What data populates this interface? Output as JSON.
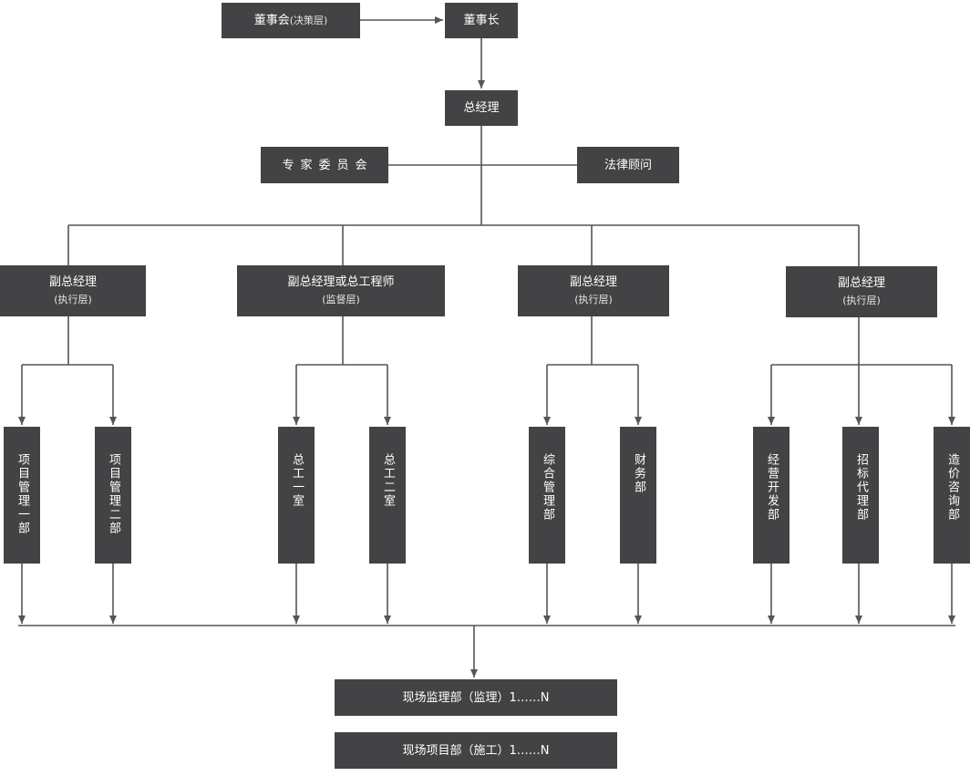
{
  "board": {
    "label": "董事会",
    "sub": "(决策层)"
  },
  "chairman": {
    "label": "董事长"
  },
  "gm": {
    "label": "总经理"
  },
  "experts": {
    "label": "专家委员会"
  },
  "legal": {
    "label": "法律顾问"
  },
  "vps": [
    {
      "label": "副总经理",
      "sub": "(执行层)"
    },
    {
      "label": "副总经理或总工程师",
      "sub": "(监督层)"
    },
    {
      "label": "副总经理",
      "sub": "(执行层)"
    },
    {
      "label": "副总经理",
      "sub": "(执行层)"
    }
  ],
  "departments": [
    {
      "label": "项目管理一部"
    },
    {
      "label": "项目管理二部"
    },
    {
      "label": "总工一室"
    },
    {
      "label": "总工二室"
    },
    {
      "label": "综合管理部"
    },
    {
      "label": "财务部"
    },
    {
      "label": "经营开发部"
    },
    {
      "label": "招标代理部"
    },
    {
      "label": "造价咨询部"
    }
  ],
  "site_supervision": {
    "label": "现场监理部（监理）1……N"
  },
  "site_construction": {
    "label": "现场项目部（施工）1……N"
  },
  "colors": {
    "box": "#434244",
    "line": "#555555",
    "text": "#ffffff"
  }
}
